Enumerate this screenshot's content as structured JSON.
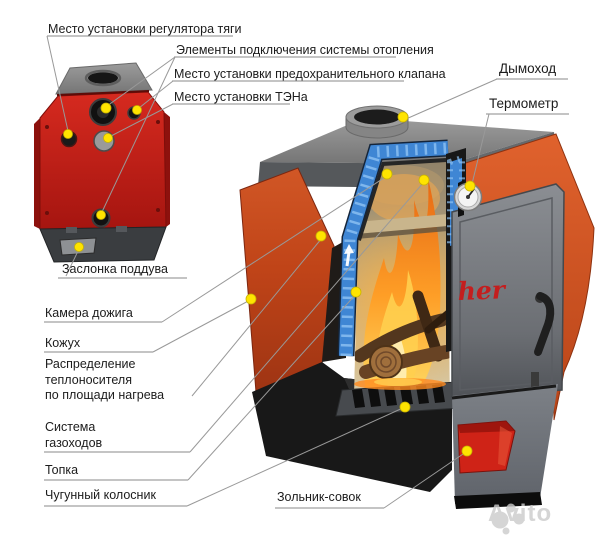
{
  "diagram": {
    "callouts": {
      "regulator": "Место установки регулятора тяги",
      "heating_connections": "Элементы подключения системы отопления",
      "safety_valve": "Место установки предохранительного клапана",
      "heating_element": "Место установки ТЭНа",
      "air_damper": "Заслонка поддува",
      "chimney": "Дымоход",
      "thermometer": "Термометр",
      "afterburn_chamber": "Камера дожига",
      "casing": "Кожух",
      "coolant_distribution": [
        "Распределение",
        "теплоносителя",
        "по площади нагрева"
      ],
      "gas_duct_system": [
        "Система",
        "газоходов"
      ],
      "firebox": "Топка",
      "cast_iron_grate": "Чугунный колосник",
      "ash_pan": "Зольник-совок"
    },
    "brand_fragment": "her",
    "colors": {
      "boiler_red": "#c62a1d",
      "casing_orange": "#cf4f22",
      "water_jacket_blue": "#3f86d4",
      "marker_yellow": "#ffe400",
      "ash_pan_red": "#cf2317",
      "flame_orange": "#f08018"
    }
  },
  "watermark": {
    "text": "Avito"
  }
}
